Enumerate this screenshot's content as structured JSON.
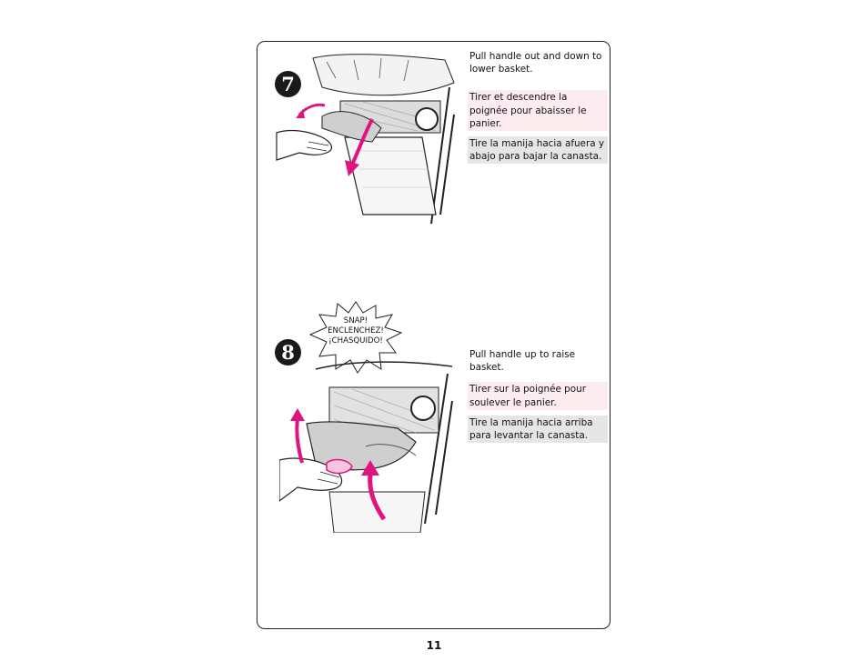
{
  "steps": [
    {
      "number": "7",
      "text_en": "Pull handle out and down to lower basket.",
      "text_fr": "Tirer et descendre la poignée pour abaisser le panier.",
      "text_es": "Tire la manija hacia afuera y abajo para bajar la canasta."
    },
    {
      "number": "8",
      "burst_lines": [
        "SNAP!",
        "ENCLENCHEZ!",
        "¡CHASQUIDO!"
      ],
      "text_en": "Pull handle up to raise basket.",
      "text_fr": "Tirer sur la poignée pour soulever le panier.",
      "text_es": "Tire la manija hacia arriba para levantar la canasta."
    }
  ],
  "page_number": "11",
  "colors": {
    "arrow": "#e0147f",
    "french_bg": "#fdecef",
    "spanish_bg": "#e6e6e6"
  },
  "icons": [
    "push-arrow-icon",
    "snap-burst-icon"
  ]
}
